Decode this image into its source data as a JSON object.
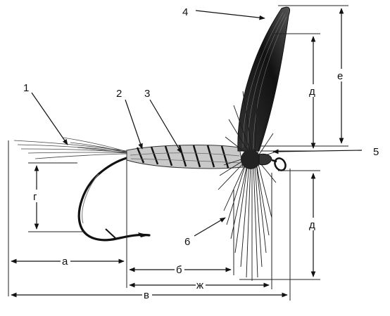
{
  "diagram": {
    "callouts": [
      {
        "id": "callout-1",
        "text": "1"
      },
      {
        "id": "callout-2",
        "text": "2"
      },
      {
        "id": "callout-3",
        "text": "3"
      },
      {
        "id": "callout-4",
        "text": "4"
      },
      {
        "id": "callout-5",
        "text": "5"
      },
      {
        "id": "callout-6",
        "text": "6"
      }
    ],
    "dimensions": {
      "a": "а",
      "b": "б",
      "v": "в",
      "g": "г",
      "d_upper": "д",
      "d_lower": "д",
      "e": "е",
      "zh": "ж"
    },
    "colors": {
      "ink": "#111111",
      "body_light": "#c9c9c9",
      "hackle": "#1a1a1a",
      "background": "#ffffff"
    }
  }
}
